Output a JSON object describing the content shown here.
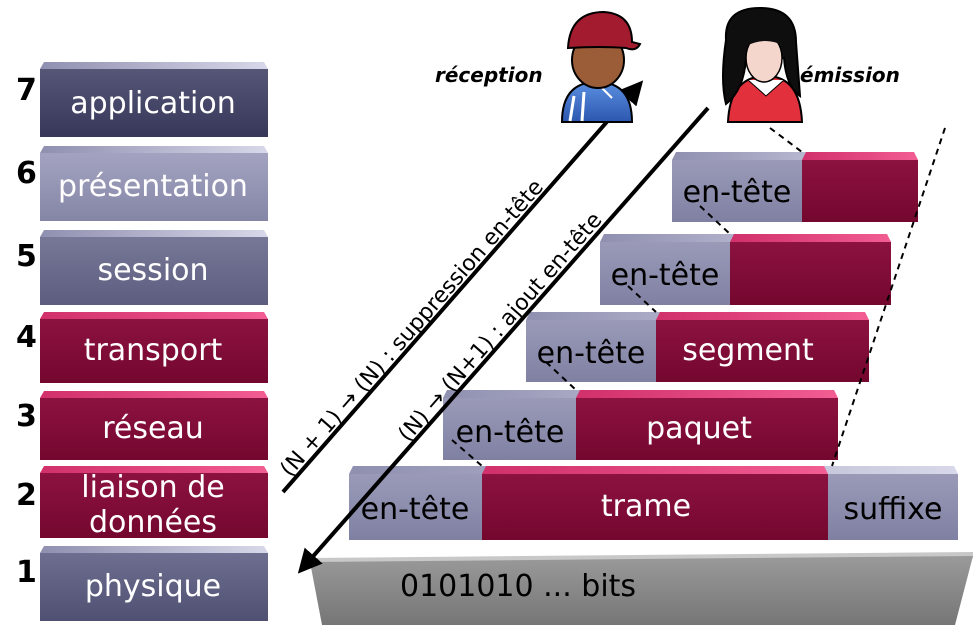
{
  "layers": [
    {
      "number": "7",
      "name": "application"
    },
    {
      "number": "6",
      "name": "présentation"
    },
    {
      "number": "5",
      "name": "session"
    },
    {
      "number": "4",
      "name": "transport"
    },
    {
      "number": "3",
      "name": "réseau"
    },
    {
      "number": "2",
      "name_line1": "liaison de",
      "name_line2": "données"
    },
    {
      "number": "1",
      "name": "physique"
    }
  ],
  "actors": {
    "reception": "réception",
    "emission": "émission"
  },
  "arrows": {
    "up_label": "(N + 1) → (N) : suppression en-tête",
    "down_label": "(N) → (N+1) : ajout en-tête"
  },
  "blocks": {
    "header": "en-tête",
    "segment": "segment",
    "packet": "paquet",
    "frame": "trame",
    "suffix": "suffixe",
    "bits": "0101010 ...  bits"
  },
  "colors": {
    "upper_layer_dark": "#434365",
    "upper_layer_light": "#8c8cac",
    "lower_layer": "#7e0a34",
    "header_block": "#8a8aab",
    "bits_band": "#8a8a8a"
  }
}
